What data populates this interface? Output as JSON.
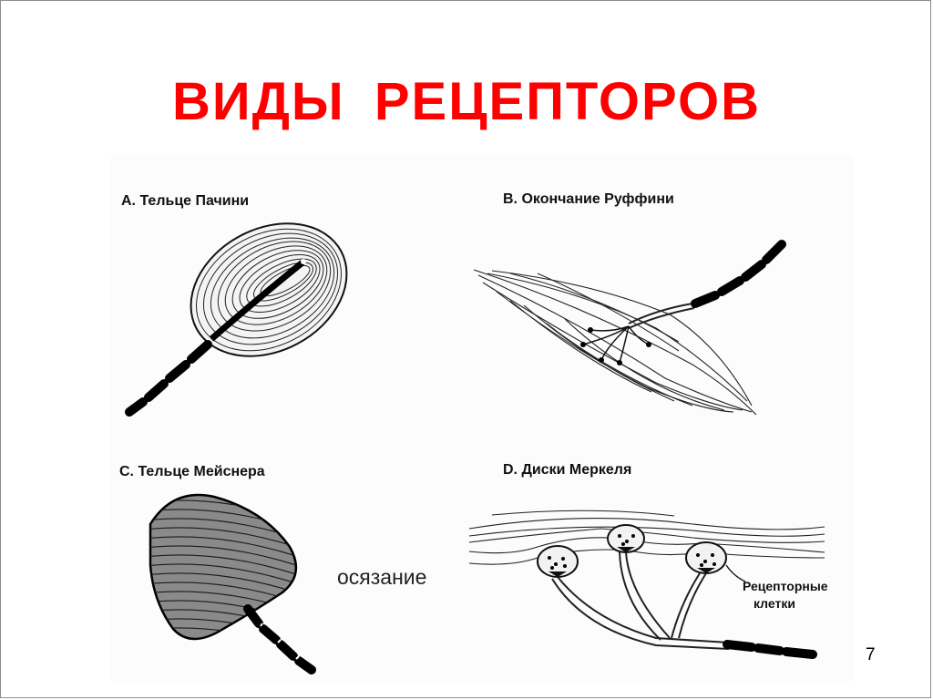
{
  "slide": {
    "title": "ВИДЫ РЕЦЕПТОРОВ",
    "page_number": "7",
    "touch_label": "осязание"
  },
  "figure": {
    "panels": [
      {
        "letter": "A.",
        "name": "Тельце Пачини"
      },
      {
        "letter": "B.",
        "name": "Окончание Руффини"
      },
      {
        "letter": "C.",
        "name": "Тельце Мейснера"
      },
      {
        "letter": "D.",
        "name": "Диски Меркеля"
      }
    ],
    "receptor_cells_label_line1": "Рецепторные",
    "receptor_cells_label_line2": "клетки"
  },
  "colors": {
    "title": "#ff0000",
    "ink": "#111111"
  }
}
